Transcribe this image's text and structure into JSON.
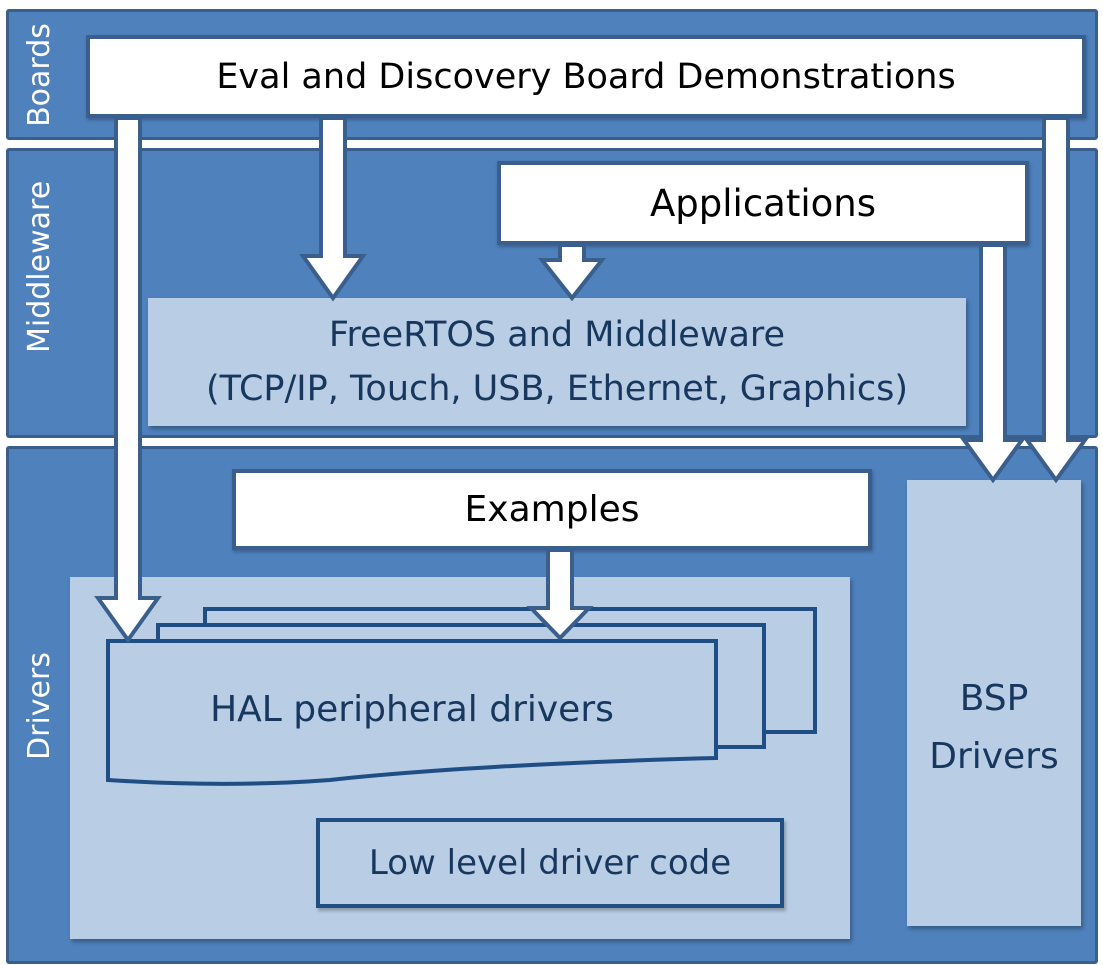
{
  "layers": [
    {
      "name": "boards",
      "label": "Boards"
    },
    {
      "name": "middleware",
      "label": "Middleware"
    },
    {
      "name": "drivers",
      "label": "Drivers"
    }
  ],
  "boxes": {
    "eval_demos": "Eval and Discovery Board Demonstrations",
    "applications": "Applications",
    "freertos_line1": "FreeRTOS and Middleware",
    "freertos_line2": "(TCP/IP, Touch, USB, Ethernet, Graphics)",
    "examples": "Examples",
    "hal_drivers": "HAL peripheral drivers",
    "low_level": "Low level driver code",
    "bsp_line1": "BSP",
    "bsp_line2": "Drivers"
  },
  "colors": {
    "layer_fill": "#4f81bd",
    "layer_border": "#3a5f8c",
    "light_fill": "#b9cde5",
    "dark_text": "#17375e",
    "outline": "#1f4e85"
  },
  "arrows": [
    {
      "from": "eval_demos",
      "to": "hal_drivers"
    },
    {
      "from": "eval_demos",
      "to": "freertos_middleware"
    },
    {
      "from": "applications",
      "to": "freertos_middleware"
    },
    {
      "from": "applications",
      "to": "bsp_drivers"
    },
    {
      "from": "eval_demos",
      "to": "bsp_drivers"
    },
    {
      "from": "examples",
      "to": "hal_drivers"
    }
  ]
}
